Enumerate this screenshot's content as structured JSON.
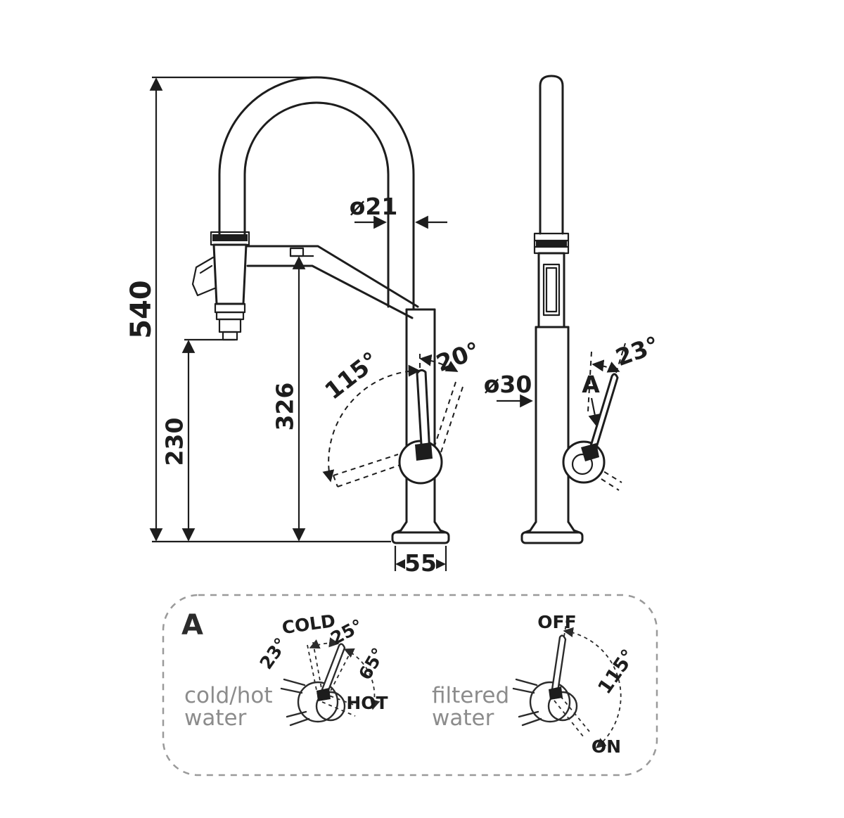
{
  "drawing": {
    "front": {
      "height_total": "540",
      "height_spray": "230",
      "height_spout": "326",
      "base_width": "55",
      "hose_diameter": "ø21",
      "handle_angle": "20°",
      "handle_sweep": "115°"
    },
    "side": {
      "body_diameter": "ø30",
      "detail_ref": "A",
      "handle_tilt": "23°"
    },
    "detail_a": {
      "title": "A",
      "mixer": {
        "caption_line1": "cold/hot",
        "caption_line2": "water",
        "label_cold": "COLD",
        "label_hot": "HOT",
        "angle_tilt": "23°",
        "angle_cold": "25°",
        "angle_hot": "65°"
      },
      "filter": {
        "caption_line1": "filtered",
        "caption_line2": "water",
        "label_off": "OFF",
        "label_on": "ON",
        "angle_sweep": "115°"
      }
    }
  },
  "colors": {
    "line": "#1d1d1d",
    "caption_gray": "#8c8c8c",
    "detail_border_gray": "#9a9a9a",
    "background": "#ffffff"
  }
}
